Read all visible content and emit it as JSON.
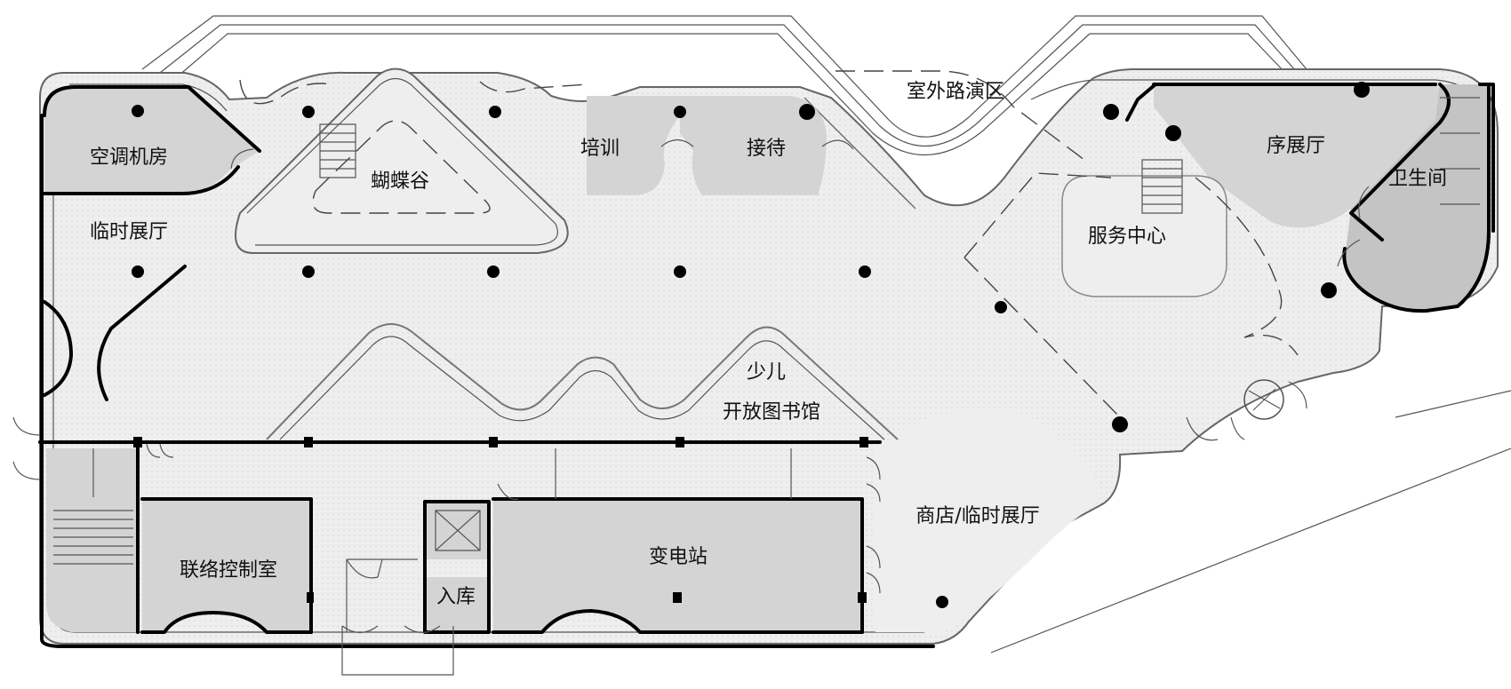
{
  "plan": {
    "colors": {
      "floor": "#eeeeee",
      "room_fill": "#d4d4d4",
      "wall": "#000000",
      "outline": "#666666",
      "background": "#ffffff"
    },
    "rooms": {
      "aircon": "空调机房",
      "temp_hall": "临时展厅",
      "butterfly": "蝴蝶谷",
      "training": "培训",
      "reception": "接待",
      "outdoor_stage": "室外路演区",
      "prelude_hall": "序展厅",
      "restroom": "卫生间",
      "service_center": "服务中心",
      "kids_line1": "少儿",
      "kids_line2": "开放图书馆",
      "shop": "商店/临时展厅",
      "substation": "变电站",
      "control_room": "联络控制室",
      "storage": "入库"
    }
  }
}
